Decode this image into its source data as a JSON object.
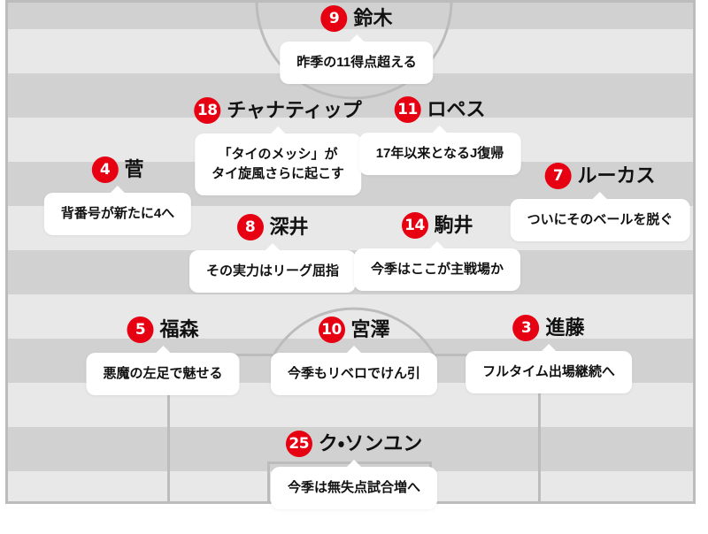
{
  "colors": {
    "badge_red": "#e60012",
    "pitch_dark": "#d1d1d1",
    "pitch_light": "#e8e8e8",
    "pitch_line": "#bcbcbc",
    "bubble_bg": "#ffffff",
    "text_dark": "#111111"
  },
  "players": [
    {
      "number": "9",
      "name": "鈴木",
      "comment": "昨季の11得点超える"
    },
    {
      "number": "18",
      "name": "チャナティップ",
      "comment": "「タイのメッシ」が\nタイ旋風さらに起こす"
    },
    {
      "number": "11",
      "name": "ロペス",
      "comment": "17年以来となるJ復帰"
    },
    {
      "number": "4",
      "name": "菅",
      "comment": "背番号が新たに4へ"
    },
    {
      "number": "7",
      "name": "ルーカス",
      "comment": "ついにそのベールを脱ぐ"
    },
    {
      "number": "8",
      "name": "深井",
      "comment": "その実力はリーグ屈指"
    },
    {
      "number": "14",
      "name": "駒井",
      "comment": "今季はここが主戦場か"
    },
    {
      "number": "5",
      "name": "福森",
      "comment": "悪魔の左足で魅せる"
    },
    {
      "number": "10",
      "name": "宮澤",
      "comment": "今季もリベロでけん引"
    },
    {
      "number": "3",
      "name": "進藤",
      "comment": "フルタイム出場継続へ"
    },
    {
      "number": "25",
      "name": "ク・ソンユン",
      "comment": "今季は無失点試合増へ"
    }
  ]
}
